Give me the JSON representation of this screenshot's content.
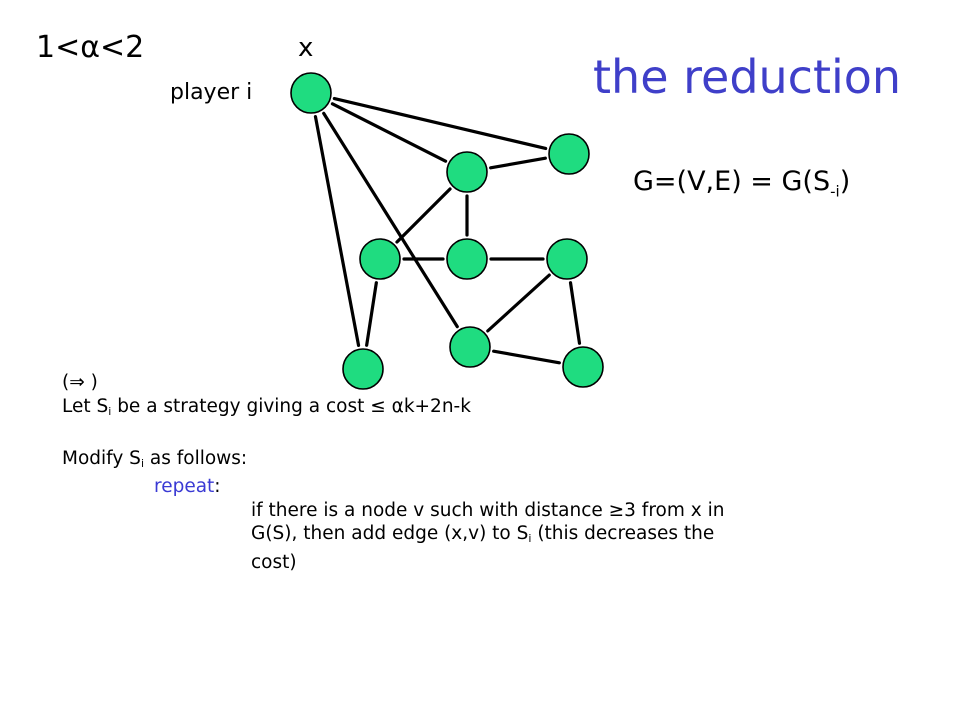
{
  "colors": {
    "node_fill": "#1fdc80",
    "title": "#3f3fc9",
    "keyword": "#3a3ad4",
    "text": "#000000"
  },
  "header": {
    "alpha_condition": "1<α<2",
    "node_x_label": "x",
    "player_label": "player i",
    "title": "the reduction"
  },
  "equation": {
    "lhs": "G=(V,E) = G(S",
    "sub": "-i",
    "rhs": ")"
  },
  "body": {
    "implies": "(⇒ )",
    "let_line": {
      "pre": "Let S",
      "sub": "i",
      "post": " be a strategy giving a cost ≤ αk+2n-k"
    },
    "modify_line": {
      "pre": "Modify S",
      "sub": "i",
      "post": " as follows:"
    },
    "repeat_keyword": "repeat",
    "repeat_colon": ":",
    "cond_line1": "if there is a node v such with distance ≥3 from x in",
    "cond_line2": {
      "pre": "G(S), then add edge (x,v) to S",
      "sub": "i",
      "post": " (this decreases the"
    },
    "cond_line3": "cost)"
  },
  "graph": {
    "nodes": [
      "x",
      "a",
      "b",
      "c",
      "d",
      "e",
      "f",
      "g",
      "h"
    ],
    "edges": [
      [
        "x",
        "a"
      ],
      [
        "x",
        "b"
      ],
      [
        "x",
        "g"
      ],
      [
        "x",
        "f"
      ],
      [
        "a",
        "b"
      ],
      [
        "b",
        "d"
      ],
      [
        "b",
        "c"
      ],
      [
        "c",
        "d"
      ],
      [
        "d",
        "e"
      ],
      [
        "c",
        "f"
      ],
      [
        "e",
        "g"
      ],
      [
        "e",
        "h"
      ],
      [
        "g",
        "h"
      ]
    ]
  }
}
